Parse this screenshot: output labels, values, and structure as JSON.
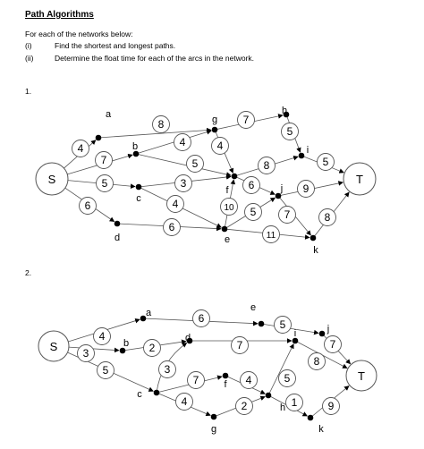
{
  "doc": {
    "title": "Path Algorithms",
    "intro": "For each of the networks below:",
    "items": [
      {
        "marker": "(i)",
        "text": "Find the shortest and longest paths."
      },
      {
        "marker": "(ii)",
        "text": "Determine the float time for each of the arcs in the network."
      }
    ],
    "network1": {
      "number": "1.",
      "terminals": [
        {
          "id": "S",
          "label": "S"
        },
        {
          "id": "T",
          "label": "T"
        }
      ],
      "nodes": [
        {
          "id": "a",
          "label": "a"
        },
        {
          "id": "b",
          "label": "b"
        },
        {
          "id": "c",
          "label": "c"
        },
        {
          "id": "d",
          "label": "d"
        },
        {
          "id": "e",
          "label": "e"
        },
        {
          "id": "f",
          "label": "f"
        },
        {
          "id": "g",
          "label": "g"
        },
        {
          "id": "h",
          "label": "h"
        },
        {
          "id": "i",
          "label": "i"
        },
        {
          "id": "j",
          "label": "j"
        },
        {
          "id": "k",
          "label": "k"
        }
      ],
      "arcs": [
        {
          "from": "S",
          "to": "a",
          "weight": "4"
        },
        {
          "from": "S",
          "to": "b",
          "weight": "7"
        },
        {
          "from": "S",
          "to": "c",
          "weight": "5"
        },
        {
          "from": "S",
          "to": "d",
          "weight": "6"
        },
        {
          "from": "a",
          "to": "g",
          "weight": "8"
        },
        {
          "from": "b",
          "to": "g",
          "weight": "4"
        },
        {
          "from": "b",
          "to": "f",
          "weight": "5"
        },
        {
          "from": "c",
          "to": "f",
          "weight": "3"
        },
        {
          "from": "c",
          "to": "e",
          "weight": "4"
        },
        {
          "from": "d",
          "to": "e",
          "weight": "6"
        },
        {
          "from": "g",
          "to": "h",
          "weight": "7"
        },
        {
          "from": "g",
          "to": "f",
          "weight": "4"
        },
        {
          "from": "h",
          "to": "i",
          "weight": "5"
        },
        {
          "from": "f",
          "to": "i",
          "weight": "8"
        },
        {
          "from": "f",
          "to": "j",
          "weight": "6"
        },
        {
          "from": "e",
          "to": "f",
          "weight": "10"
        },
        {
          "from": "e",
          "to": "j",
          "weight": "5"
        },
        {
          "from": "e",
          "to": "k",
          "weight": "11"
        },
        {
          "from": "j",
          "to": "T",
          "weight": "9"
        },
        {
          "from": "j",
          "to": "k",
          "weight": "7"
        },
        {
          "from": "i",
          "to": "T",
          "weight": "5"
        },
        {
          "from": "k",
          "to": "T",
          "weight": "8"
        }
      ]
    },
    "network2": {
      "number": "2.",
      "terminals": [
        {
          "id": "S",
          "label": "S"
        },
        {
          "id": "T",
          "label": "T"
        }
      ],
      "nodes": [
        {
          "id": "a",
          "label": "a"
        },
        {
          "id": "b",
          "label": "b"
        },
        {
          "id": "c",
          "label": "c"
        },
        {
          "id": "d",
          "label": "d"
        },
        {
          "id": "e",
          "label": "e"
        },
        {
          "id": "f",
          "label": "f"
        },
        {
          "id": "g",
          "label": "g"
        },
        {
          "id": "h",
          "label": "h"
        },
        {
          "id": "i",
          "label": "i"
        },
        {
          "id": "j",
          "label": "j"
        },
        {
          "id": "k",
          "label": "k"
        }
      ],
      "arcs": [
        {
          "from": "S",
          "to": "a",
          "weight": "4"
        },
        {
          "from": "S",
          "to": "b",
          "weight": "3"
        },
        {
          "from": "S",
          "to": "c",
          "weight": "5"
        },
        {
          "from": "a",
          "to": "e",
          "weight": "6"
        },
        {
          "from": "b",
          "to": "d",
          "weight": "2"
        },
        {
          "from": "c",
          "to": "d",
          "weight": "3"
        },
        {
          "from": "c",
          "to": "f",
          "weight": "7"
        },
        {
          "from": "c",
          "to": "g",
          "weight": "4"
        },
        {
          "from": "d",
          "to": "i",
          "weight": "7"
        },
        {
          "from": "e",
          "to": "j",
          "weight": "5"
        },
        {
          "from": "f",
          "to": "h",
          "weight": "4"
        },
        {
          "from": "g",
          "to": "h",
          "weight": "2"
        },
        {
          "from": "h",
          "to": "i",
          "weight": "5"
        },
        {
          "from": "h",
          "to": "k",
          "weight": "1"
        },
        {
          "from": "j",
          "to": "T",
          "weight": "7"
        },
        {
          "from": "i",
          "to": "T",
          "weight": "8"
        },
        {
          "from": "k",
          "to": "T",
          "weight": "9"
        }
      ]
    }
  }
}
